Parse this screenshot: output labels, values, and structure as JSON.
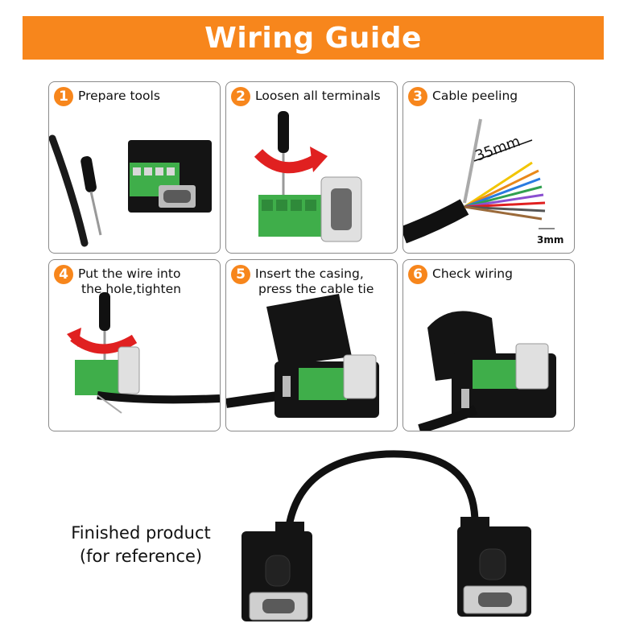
{
  "header": {
    "title": "Wiring Guide"
  },
  "steps": [
    {
      "number": "1",
      "label": "Prepare tools"
    },
    {
      "number": "2",
      "label": "Loosen all terminals"
    },
    {
      "number": "3",
      "label": "Cable peeling",
      "dimension_label": "35mm",
      "gap_label": "3mm"
    },
    {
      "number": "4",
      "label": "Put the wire into",
      "label_line2": "the hole,tighten"
    },
    {
      "number": "5",
      "label": "Insert the casing,",
      "label_line2": "press the cable tie"
    },
    {
      "number": "6",
      "label": "Check wiring"
    }
  ],
  "reference": {
    "line1": "Finished product",
    "line2": "(for reference)"
  },
  "colors": {
    "accent": "#f7861c",
    "terminal_green": "#3fae4a",
    "arrow_red": "#e02020",
    "housing_black": "#141414"
  }
}
